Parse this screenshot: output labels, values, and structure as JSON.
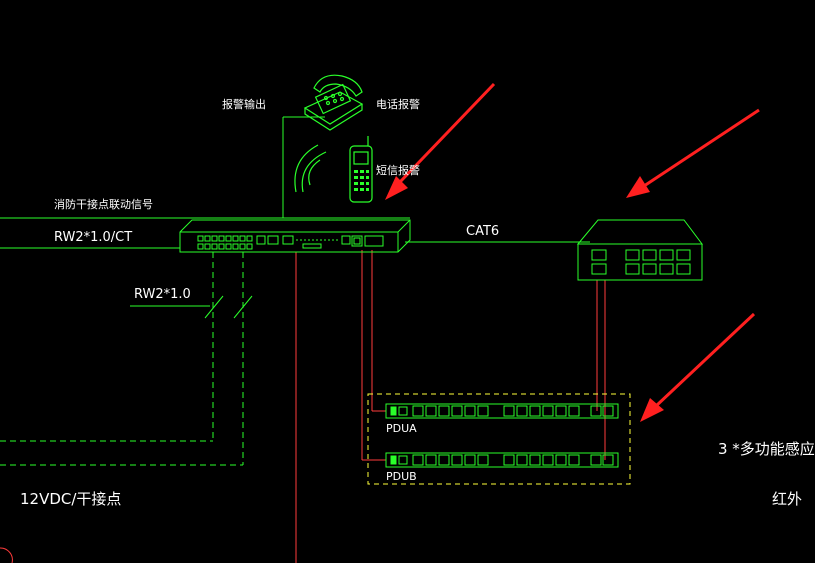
{
  "labels": {
    "alarm_output": "报警输出",
    "phone_alarm": "电话报警",
    "sms_alarm": "短信报警",
    "fire_dry_contact": "消防干接点联动信号",
    "rw2_ct": "RW2*1.0/CT",
    "cat6": "CAT6",
    "rw2": "RW2*1.0",
    "pdua": "PDUA",
    "pdub": "PDUB",
    "vdc_dry": "12VDC/干接点",
    "multi_sensor": "3 *多功能感应",
    "infrared": "红外"
  },
  "colors": {
    "background": "#000000",
    "wire": "#2aff2a",
    "power": "#ff3b3b",
    "arrow": "#ff2020",
    "box": "#ffff3a",
    "text": "#ffffff"
  },
  "icons": {
    "telephone": "telephone-icon",
    "mobile_phone": "mobile-phone-icon",
    "wireless": "wireless-signal-icon",
    "rack_unit": "rack-monitor-unit",
    "network_switch": "network-switch",
    "pdu_strip": "pdu-strip",
    "pointer": "red-arrow"
  }
}
